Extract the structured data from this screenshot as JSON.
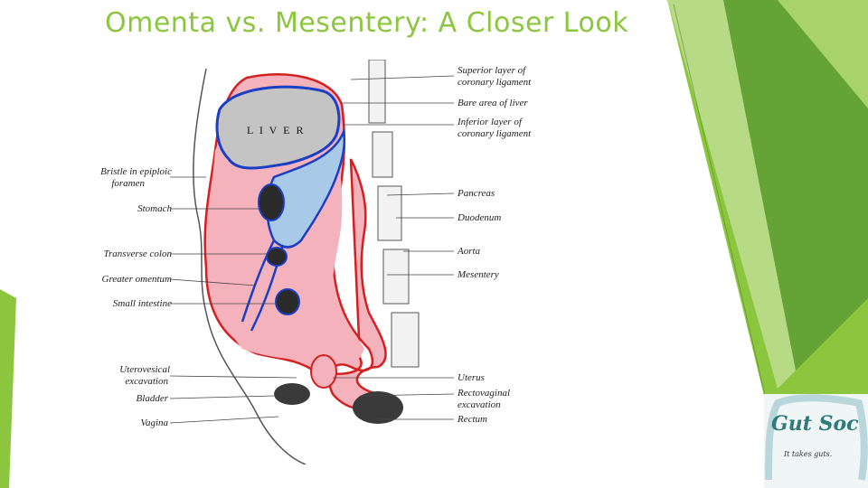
{
  "slide": {
    "title": "Omenta vs. Mesentery: A Closer Look"
  },
  "diagram": {
    "organ_label": "L I V E R",
    "labels_left": [
      "Bristle in epiploic",
      "foramen",
      "Stomach",
      "Transverse colon",
      "Greater omentum",
      "Small intestine",
      "Uterovesical",
      "excavation",
      "Bladder",
      "Vagina"
    ],
    "labels_right": [
      "Superior layer of",
      "coronary ligament",
      "Bare area of liver",
      "Inferior layer of",
      "coronary ligament",
      "Pancreas",
      "Duodenum",
      "Aorta",
      "Mesentery",
      "Uterus",
      "Rectovaginal",
      "excavation",
      "Rectum"
    ]
  },
  "logo": {
    "name": "Gut Soc",
    "tagline": "It takes guts."
  },
  "colors": {
    "title": "#8cc63e",
    "accent_green": "#8cc63e",
    "dark_green": "#5e9c35",
    "greater_sac": "#f4b3bc",
    "lesser_sac": "#a9c9e8",
    "outline_red": "#d42020",
    "outline_blue": "#1a3fc4"
  }
}
